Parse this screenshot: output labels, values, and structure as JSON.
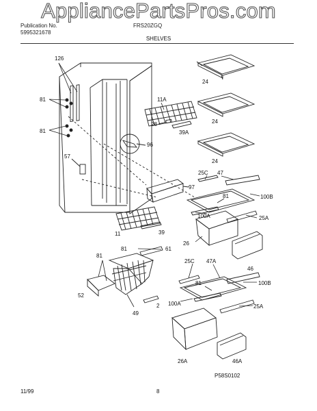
{
  "watermark": "AppliancePartsPros.com",
  "header": {
    "line1_left": "Publication No.",
    "line2_left": "5995321678",
    "model": "FRS20ZGQ",
    "section": "SHELVES"
  },
  "labels": {
    "p126": "126",
    "p81a": "81",
    "p81b": "81",
    "p57": "57",
    "p11a": "11A",
    "p28": "28",
    "p39a": "39A",
    "p96": "96",
    "p24a": "24",
    "p24b": "24",
    "p24c": "24",
    "p25c": "25C",
    "p47": "47",
    "p97": "97",
    "p81c": "81",
    "p100b": "100B",
    "p100a": "100A",
    "p25a": "25A",
    "p11": "11",
    "p39": "39",
    "p26": "26",
    "p46": "46",
    "p81d": "81",
    "p61": "61",
    "p81e": "81",
    "p52": "52",
    "p49": "49",
    "p2": "2",
    "p25c2": "25C",
    "p47a": "47A",
    "p81f": "81",
    "p100b2": "100B",
    "p100a2": "100A",
    "p25a2": "25A",
    "p26a": "26A",
    "p46a": "46A"
  },
  "footer": {
    "date": "11/99",
    "page": "8",
    "diagram_code": "P58S0102"
  }
}
